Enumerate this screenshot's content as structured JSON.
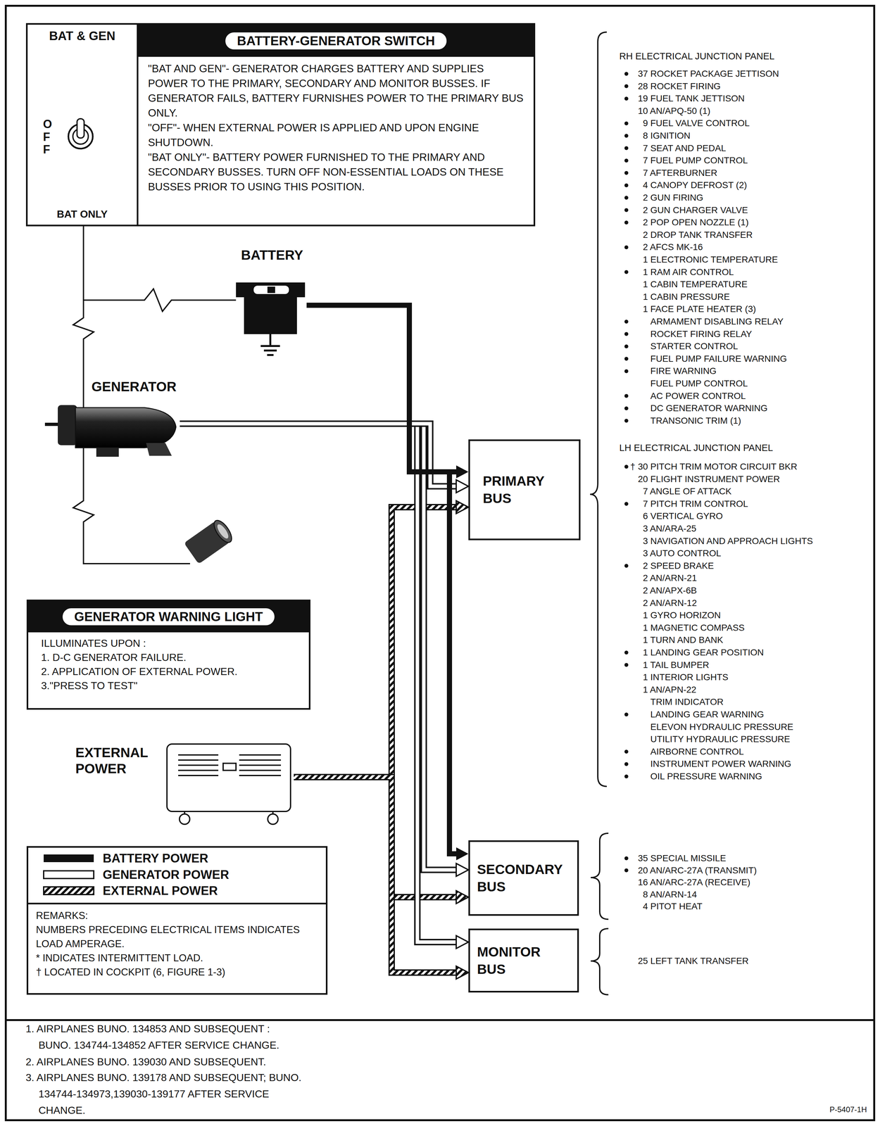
{
  "diagram": {
    "nodes": [
      {
        "text": [
          "BAT & GEN",
          "OFF",
          "BAT ONLY"
        ]
      },
      {
        "text": [
          "BATTERY-GENERATOR SWITCH",
          "\"BAT AND GEN\"- GENERATOR CHARGES BATTERY AND SUPPLIES POWER TO THE PRIMARY, SECONDARY AND MONITOR BUSSES. IF GENERATOR FAILS, BATTERY FURNISHES POWER TO THE PRIMARY BUS ONLY.",
          "\"OFF\"- WHEN EXTERNAL POWER IS APPLIED AND UPON ENGINE SHUTDOWN.",
          "\"BAT ONLY\"- BATTERY POWER FURNISHED TO THE PRIMARY AND SECONDARY BUSSES. TURN OFF NON-ESSENTIAL LOADS ON THESE BUSSES PRIOR TO USING THIS POSITION."
        ],
        "in": 0
      },
      {
        "text": [
          "BATTERY"
        ]
      },
      {
        "text": [
          "GENERATOR"
        ]
      },
      {
        "text": [
          "PRIMARY BUS"
        ]
      },
      {
        "text": [
          "SECONDARY BUS"
        ]
      },
      {
        "text": [
          "MONITOR BUS"
        ]
      },
      {
        "text": [
          "GENERATOR WARNING LIGHT",
          "ILLUMINATES UPON :",
          "1. D-C GENERATOR FAILURE.",
          "2. APPLICATION OF EXTERNAL POWER.",
          "3.\"PRESS TO TEST\""
        ]
      },
      {
        "text": [
          "EXTERNAL POWER"
        ]
      },
      {
        "text": [
          "REMARKS:",
          "NUMBERS PRECEDING ELECTRICAL ITEMS INDICATES LOAD AMPERAGE.",
          "* INDICATES INTERMITTENT LOAD.",
          "† LOCATED IN COCKPIT (6, FIGURE 1-3)"
        ]
      }
    ],
    "edges": [
      {
        "from": 2,
        "to": 4,
        "arrow": "to"
      },
      {
        "from": 2,
        "to": 5,
        "arrow": "to"
      },
      {
        "from": 3,
        "to": 4,
        "arrow": "to"
      },
      {
        "from": 3,
        "to": 5,
        "arrow": "to"
      },
      {
        "from": 3,
        "to": 6,
        "arrow": "to"
      },
      {
        "from": 8,
        "to": 4,
        "arrow": "to"
      },
      {
        "from": 8,
        "to": 5,
        "arrow": "to"
      },
      {
        "from": 8,
        "to": 6,
        "arrow": "to"
      }
    ],
    "labels": [
      "RH ELECTRICAL JUNCTION PANEL",
      "37 ROCKET PACKAGE JETTISON",
      "28 ROCKET FIRING",
      "19 FUEL TANK JETTISON",
      "10 AN/APQ-50 (1)",
      "9 FUEL VALVE CONTROL",
      "8 IGNITION",
      "7 SEAT AND PEDAL",
      "7 FUEL PUMP CONTROL",
      "7 AFTERBURNER",
      "4 CANOPY DEFROST (2)",
      "2 GUN FIRING",
      "2 GUN CHARGER VALVE",
      "2 POP OPEN NOZZLE (1)",
      "2 DROP TANK TRANSFER",
      "2 AFCS MK-16",
      "1 ELECTRONIC TEMPERATURE",
      "1 RAM AIR CONTROL",
      "1 CABIN TEMPERATURE",
      "1 CABIN PRESSURE",
      "1 FACE PLATE HEATER (3)",
      "ARMAMENT DISABLING RELAY",
      "ROCKET FIRING RELAY",
      "STARTER CONTROL",
      "FUEL PUMP FAILURE WARNING",
      "FIRE WARNING",
      "FUEL PUMP CONTROL",
      "AC POWER CONTROL",
      "DC GENERATOR WARNING",
      "TRANSONIC TRIM (1)",
      "LH ELECTRICAL JUNCTION PANEL",
      "†",
      "30 PITCH TRIM MOTOR CIRCUIT BKR",
      "20 FLIGHT INSTRUMENT POWER",
      "7 ANGLE OF ATTACK",
      "7 PITCH TRIM CONTROL",
      "6 VERTICAL GYRO",
      "3 AN/ARA-25",
      "3 NAVIGATION AND APPROACH LIGHTS",
      "3 AUTO CONTROL",
      "2 SPEED BRAKE",
      "2 AN/ARN-21",
      "2 AN/APX-6B",
      "2 AN/ARN-12",
      "1 GYRO HORIZON",
      "1 MAGNETIC COMPASS",
      "1 TURN AND BANK",
      "1 LANDING GEAR POSITION",
      "1 TAIL BUMPER",
      "1 INTERIOR LIGHTS",
      "1 AN/APN-22",
      "TRIM INDICATOR",
      "LANDING GEAR WARNING",
      "ELEVON HYDRAULIC PRESSURE",
      "UTILITY HYDRAULIC PRESSURE",
      "AIRBORNE CONTROL",
      "INSTRUMENT POWER WARNING",
      "OIL PRESSURE WARNING",
      "35 SPECIAL MISSILE",
      "20 AN/ARC-27A (TRANSMIT)",
      "16 AN/ARC-27A (RECEIVE)",
      "8 AN/ARN-14",
      "4 PITOT HEAT",
      "25 LEFT TANK TRANSFER",
      "1. AIRPLANES BUNO. 134853 AND SUBSEQUENT : BUNO. 134744-134852 AFTER SERVICE CHANGE.",
      "2. AIRPLANES BUNO. 139030 AND SUBSEQUENT.",
      "3. AIRPLANES BUNO. 139178 AND SUBSEQUENT; BUNO. 134744-134973,139030-139177 AFTER SERVICE CHANGE.",
      "P-5407-1H"
    ],
    "legend": [
      {
        "text": "BATTERY POWER"
      },
      {
        "text": "GENERATOR POWER"
      },
      {
        "text": "EXTERNAL POWER"
      }
    ]
  }
}
